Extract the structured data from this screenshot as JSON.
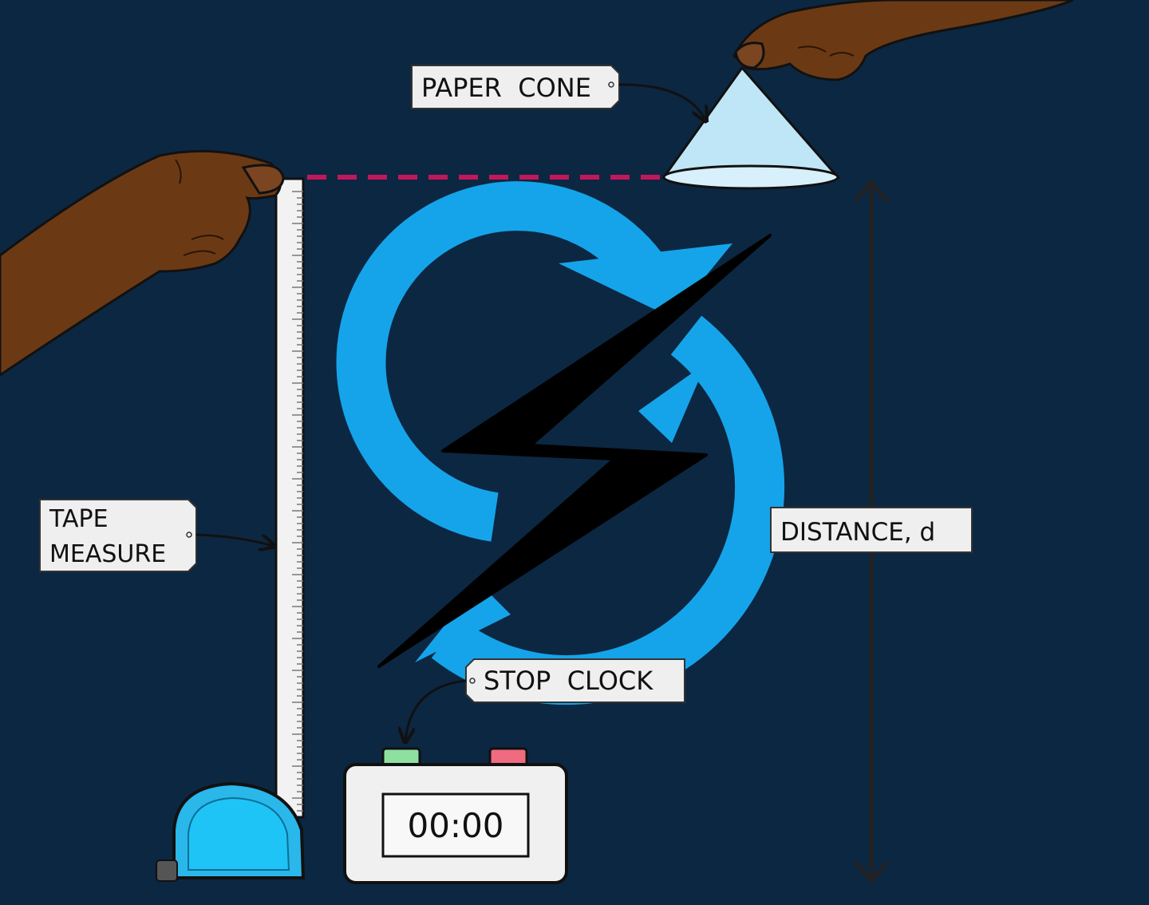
{
  "colors": {
    "background": "#0c2742",
    "skin": "#6b3a14",
    "skin_shadow": "#4a2608",
    "tape_body": "#2ab7ea",
    "tape_strip": "#f2f2f2",
    "cone": "#bfe6f7",
    "logo": "#15a4ea",
    "bolt": "#000000",
    "dashed_line": "#c2185b",
    "arrow": "#222222",
    "label_bg": "#efefef",
    "clock_body": "#f0f0f0",
    "start_button": "#8ee0a0",
    "stop_button": "#f06a80"
  },
  "labels": {
    "paper_cone": "PAPER  CONE",
    "tape_measure_line1": "TAPE",
    "tape_measure_line2": "MEASURE",
    "distance": "DISTANCE, d",
    "stop_clock": "STOP  CLOCK"
  },
  "stop_clock": {
    "display": "00:00"
  }
}
